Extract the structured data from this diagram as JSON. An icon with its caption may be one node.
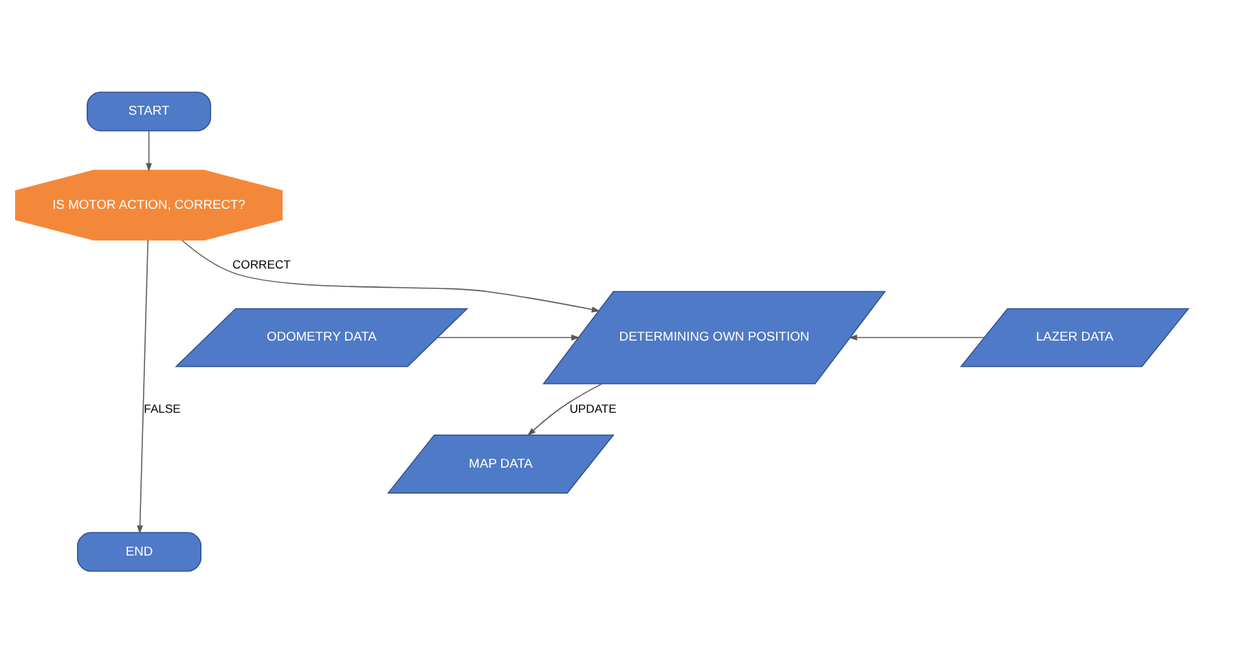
{
  "diagram": {
    "nodes": [
      {
        "text": [
          "START"
        ]
      },
      {
        "text": [
          "IS MOTOR ACTION, CORRECT?"
        ]
      },
      {
        "text": [
          "DETERMINING OWN POSITION"
        ]
      },
      {
        "text": [
          "ODOMETRY DATA"
        ]
      },
      {
        "text": [
          "LAZER DATA"
        ]
      },
      {
        "text": [
          "MAP DATA"
        ]
      },
      {
        "text": [
          "END"
        ]
      }
    ],
    "edges": [
      {
        "from": 0,
        "to": 1,
        "arrow": "to"
      },
      {
        "from": 1,
        "to": 2,
        "arrow": "to",
        "label": "CORRECT"
      },
      {
        "from": 1,
        "to": 6,
        "arrow": "to",
        "label": "FALSE"
      },
      {
        "from": 3,
        "to": 2,
        "arrow": "to"
      },
      {
        "from": 4,
        "to": 2,
        "arrow": "to"
      },
      {
        "from": 2,
        "to": 5,
        "arrow": "to",
        "label": "UPDATE"
      }
    ]
  }
}
